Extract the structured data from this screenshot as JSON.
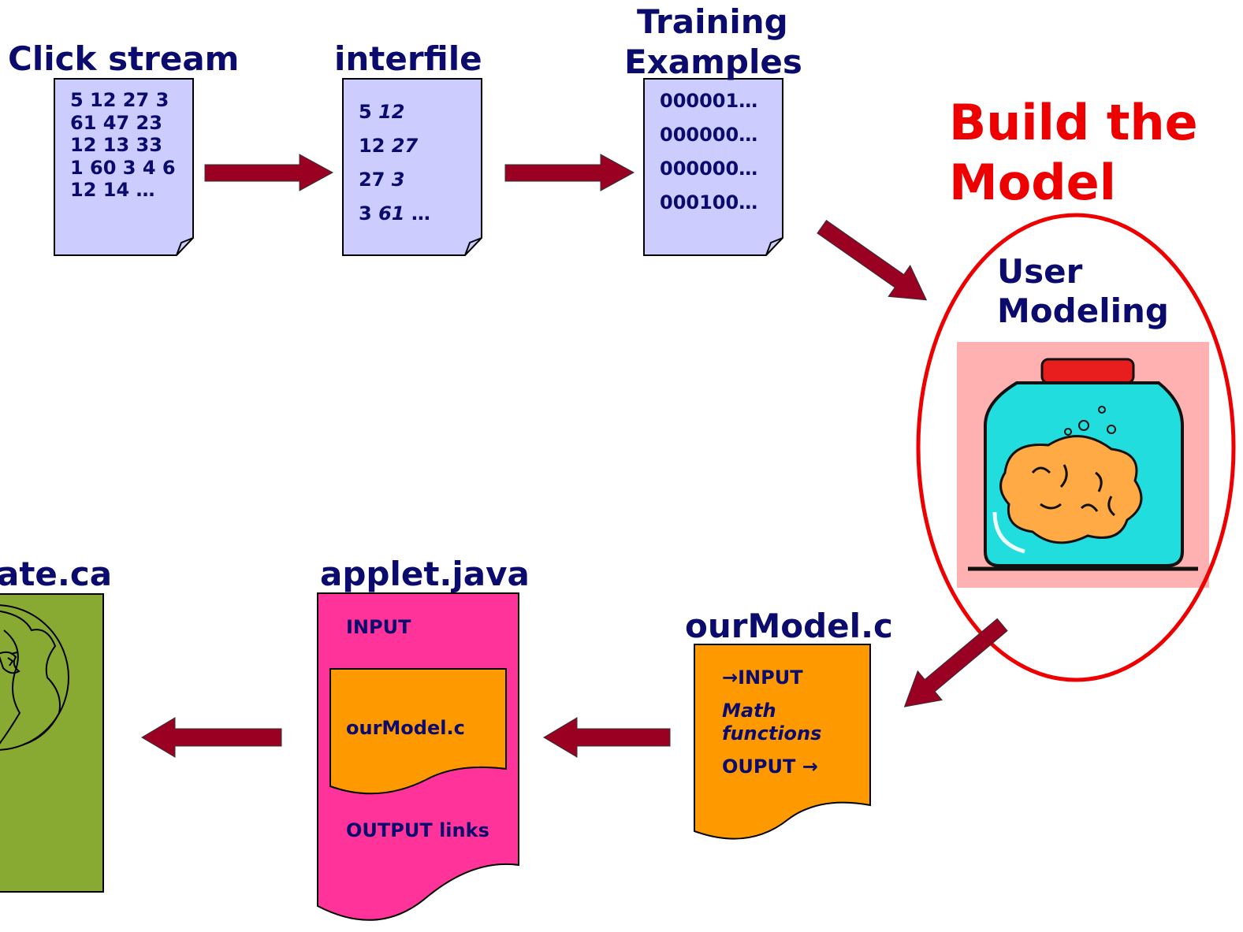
{
  "headline": "Build the Model",
  "steps": {
    "clickstream": {
      "title": "Click stream",
      "lines": [
        "5 12 27 3",
        "61 47 23",
        "12 13 33",
        "1 60 3 4 6",
        "12 14 …"
      ]
    },
    "interfile": {
      "title": "interfile",
      "rows": [
        {
          "a": "5",
          "b": "12"
        },
        {
          "a": "12",
          "b": "27"
        },
        {
          "a": "27",
          "b": "3"
        },
        {
          "a": "3",
          "b": "61",
          "c": "…"
        }
      ]
    },
    "training": {
      "title_line1": "Training",
      "title_line2": "Examples",
      "lines": [
        "000001…",
        "000000…",
        "000000…",
        "000100…"
      ]
    },
    "user_modeling": {
      "title_line1": "User",
      "title_line2": "Modeling"
    },
    "ourmodel": {
      "title": "ourModel.c",
      "input": "→INPUT",
      "math_line1": "Math",
      "math_line2": "functions",
      "output": "OUPUT →"
    },
    "applet": {
      "title": "applet.java",
      "input": "INPUT",
      "inner": "ourModel.c",
      "output": "OUTPUT links"
    },
    "website": {
      "title": "ate.ca"
    }
  },
  "colors": {
    "title_text": "#0b0b6e",
    "headline": "#ee0000",
    "arrow": "#990022",
    "doc_lavender": "#ccccff",
    "doc_orange": "#ff9900",
    "doc_pink": "#ff3399",
    "doc_green": "#88aa33",
    "jar_bg": "#ffb0b0",
    "ellipse": "#ee0000"
  },
  "icons": [
    "brain-jar-icon",
    "globe-icon"
  ]
}
